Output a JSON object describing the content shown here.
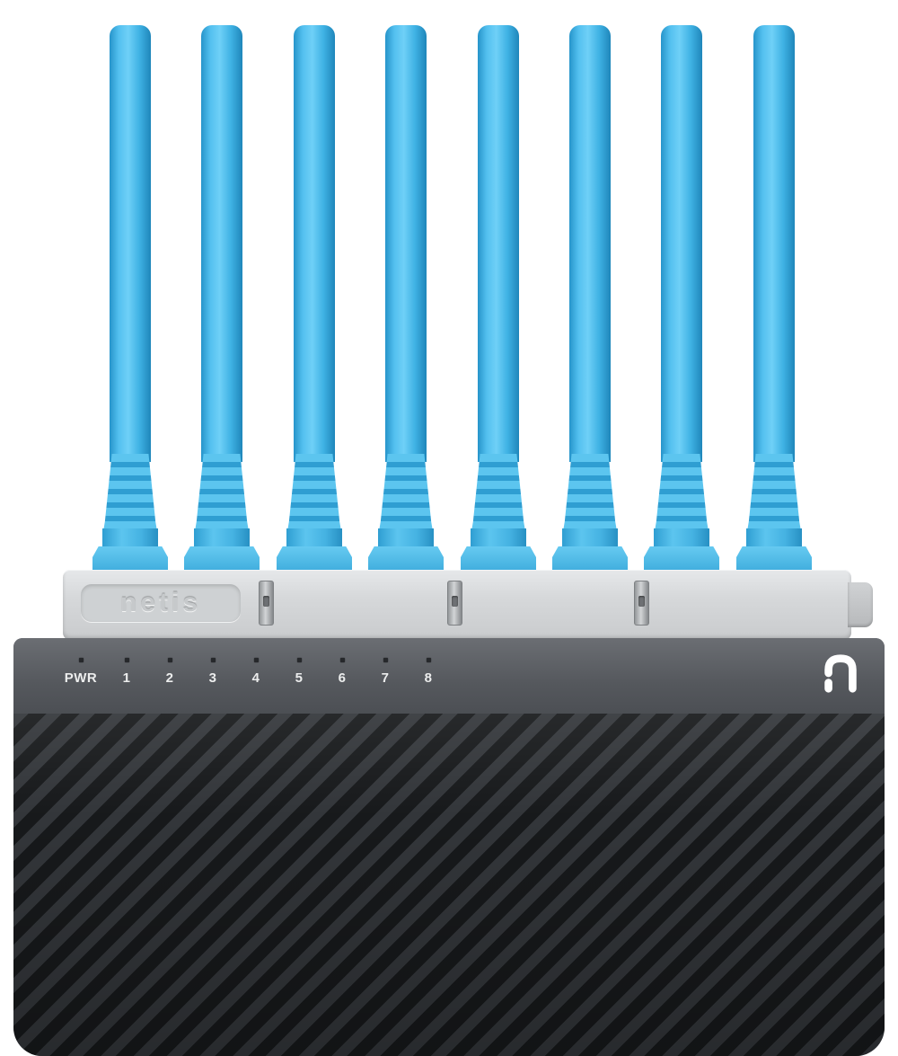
{
  "device": {
    "brand": "netis",
    "type": "8-port ethernet switch"
  },
  "front_panel": {
    "leds": [
      {
        "label": "PWR"
      },
      {
        "label": "1"
      },
      {
        "label": "2"
      },
      {
        "label": "3"
      },
      {
        "label": "4"
      },
      {
        "label": "5"
      },
      {
        "label": "6"
      },
      {
        "label": "7"
      },
      {
        "label": "8"
      }
    ]
  },
  "cables": {
    "count": 8
  },
  "colors": {
    "cable_blue": "#45b7ea",
    "cable_blue_dark": "#2694ca",
    "cable_blue_light": "#6fd0f7",
    "panel_gray": "#d6d8da",
    "body_dark": "#53565c",
    "stripe_dark": "#17191b",
    "stripe_light": "#33363a",
    "led_label": "#eceded"
  }
}
